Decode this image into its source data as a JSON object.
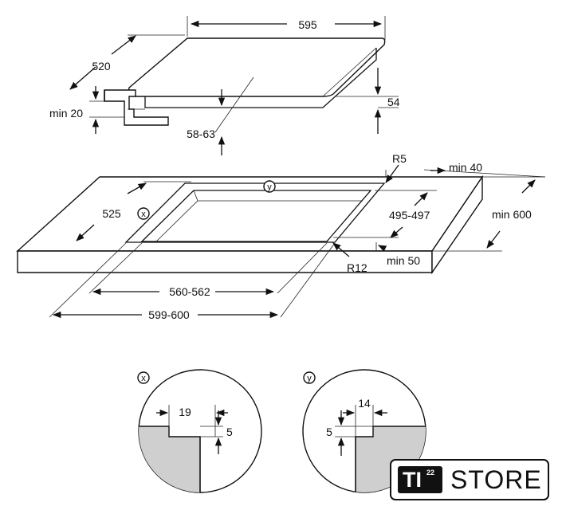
{
  "top_view": {
    "width": "595",
    "depth": "520",
    "height": "54",
    "min_clearance": "min 20",
    "depth_below": "58-63"
  },
  "worktop": {
    "radius_outer": "R5",
    "min_back": "min 40",
    "cutout_depth": "525",
    "cutout_depth_outer": "495-497",
    "min_depth": "min 600",
    "radius_inner": "R12",
    "min_front": "min 50",
    "cutout_width": "560-562",
    "cutout_width_outer": "599-600",
    "callout_x": "x",
    "callout_y": "y"
  },
  "detail_x": {
    "label": "x",
    "horizontal": "19",
    "vertical": "5"
  },
  "detail_y": {
    "label": "y",
    "horizontal": "14",
    "vertical": "5"
  },
  "logo": {
    "badge": "TI",
    "badge_sup": "22",
    "text": "STORE"
  },
  "colors": {
    "line": "#111111",
    "fill_section": "#cfcfcf",
    "background": "#ffffff"
  }
}
